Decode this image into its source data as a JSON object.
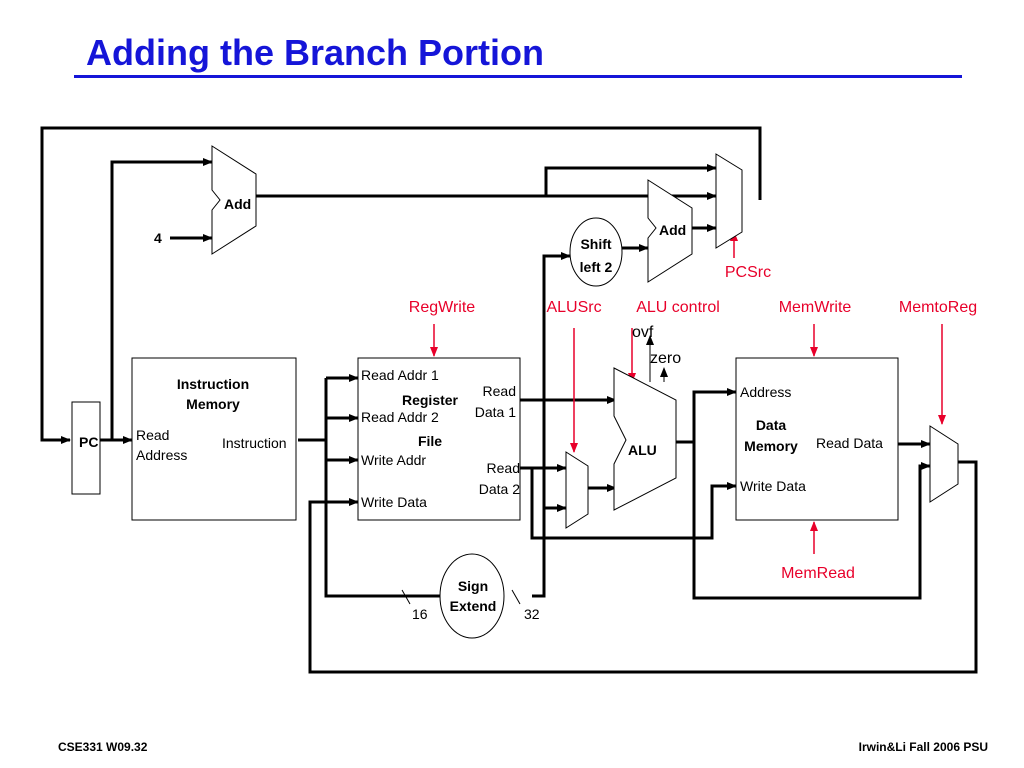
{
  "slide": {
    "title": "Adding the Branch Portion",
    "footer_left": "CSE331  W09.32",
    "footer_right": "Irwin&Li Fall 2006 PSU"
  },
  "colors": {
    "title": "#1515d8",
    "control": "#e8002a",
    "wire": "#000000"
  },
  "diagram": {
    "pc": "PC",
    "instruction_memory": {
      "title_line1": "Instruction",
      "title_line2": "Memory",
      "read_line1": "Read",
      "read_line2": "Address",
      "out": "Instruction"
    },
    "register_file": {
      "title_line1": "Register",
      "title_line2": "File",
      "read_addr1": "Read Addr 1",
      "read_addr2": "Read Addr 2",
      "write_addr": "Write Addr",
      "write_data": "Write Data",
      "rd1_line1": "Read",
      "rd1_line2": "Data 1",
      "rd2_line1": "Read",
      "rd2_line2": "Data 2"
    },
    "add_pc": "Add",
    "add_branch": "Add",
    "constant_four": "4",
    "shift": {
      "line1": "Shift",
      "line2": "left 2"
    },
    "sign_extend": {
      "line1": "Sign",
      "line2": "Extend",
      "in_width": "16",
      "out_width": "32"
    },
    "alu": {
      "label": "ALU",
      "ovf": "ovf",
      "zero": "zero"
    },
    "data_memory": {
      "address": "Address",
      "title_line1": "Data",
      "title_line2": "Memory",
      "read_data": "Read Data",
      "write_data": "Write Data"
    },
    "controls": {
      "regwrite": "RegWrite",
      "alusrc": "ALUSrc",
      "alu_control": "ALU control",
      "memwrite": "MemWrite",
      "memtoreg": "MemtoReg",
      "memread": "MemRead",
      "pcsrc": "PCSrc"
    }
  }
}
